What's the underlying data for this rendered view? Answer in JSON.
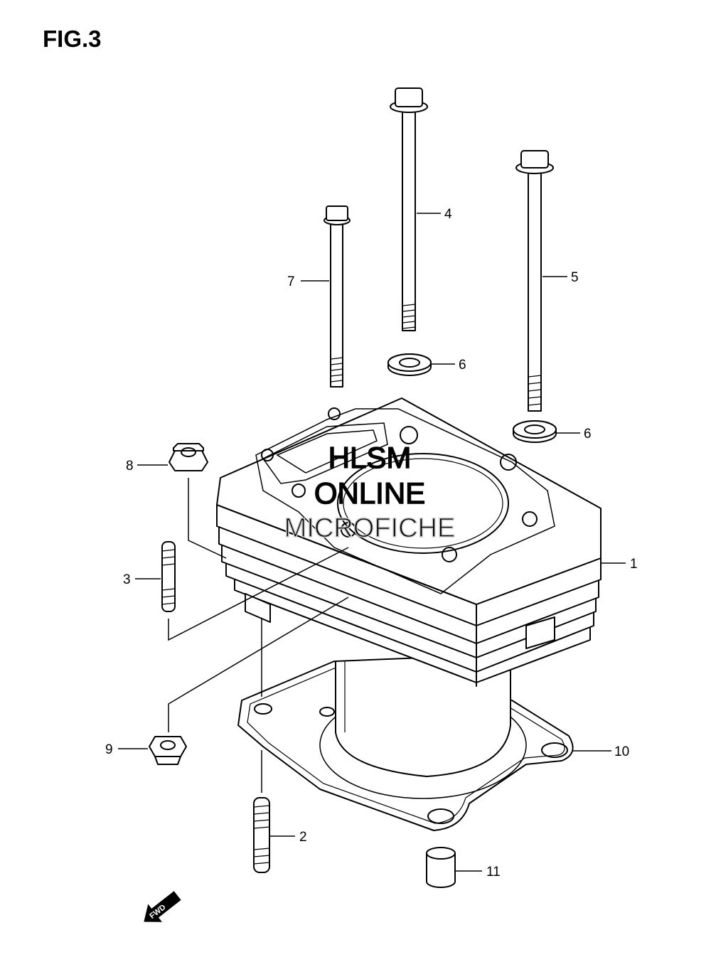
{
  "title": "FIG.3",
  "watermark": [
    "HLSM",
    "ONLINE",
    "MICROFICHE"
  ],
  "fwd_label": "FWD",
  "callouts": [
    "1",
    "2",
    "3",
    "4",
    "5",
    "6",
    "6",
    "7",
    "8",
    "9",
    "10",
    "11"
  ]
}
